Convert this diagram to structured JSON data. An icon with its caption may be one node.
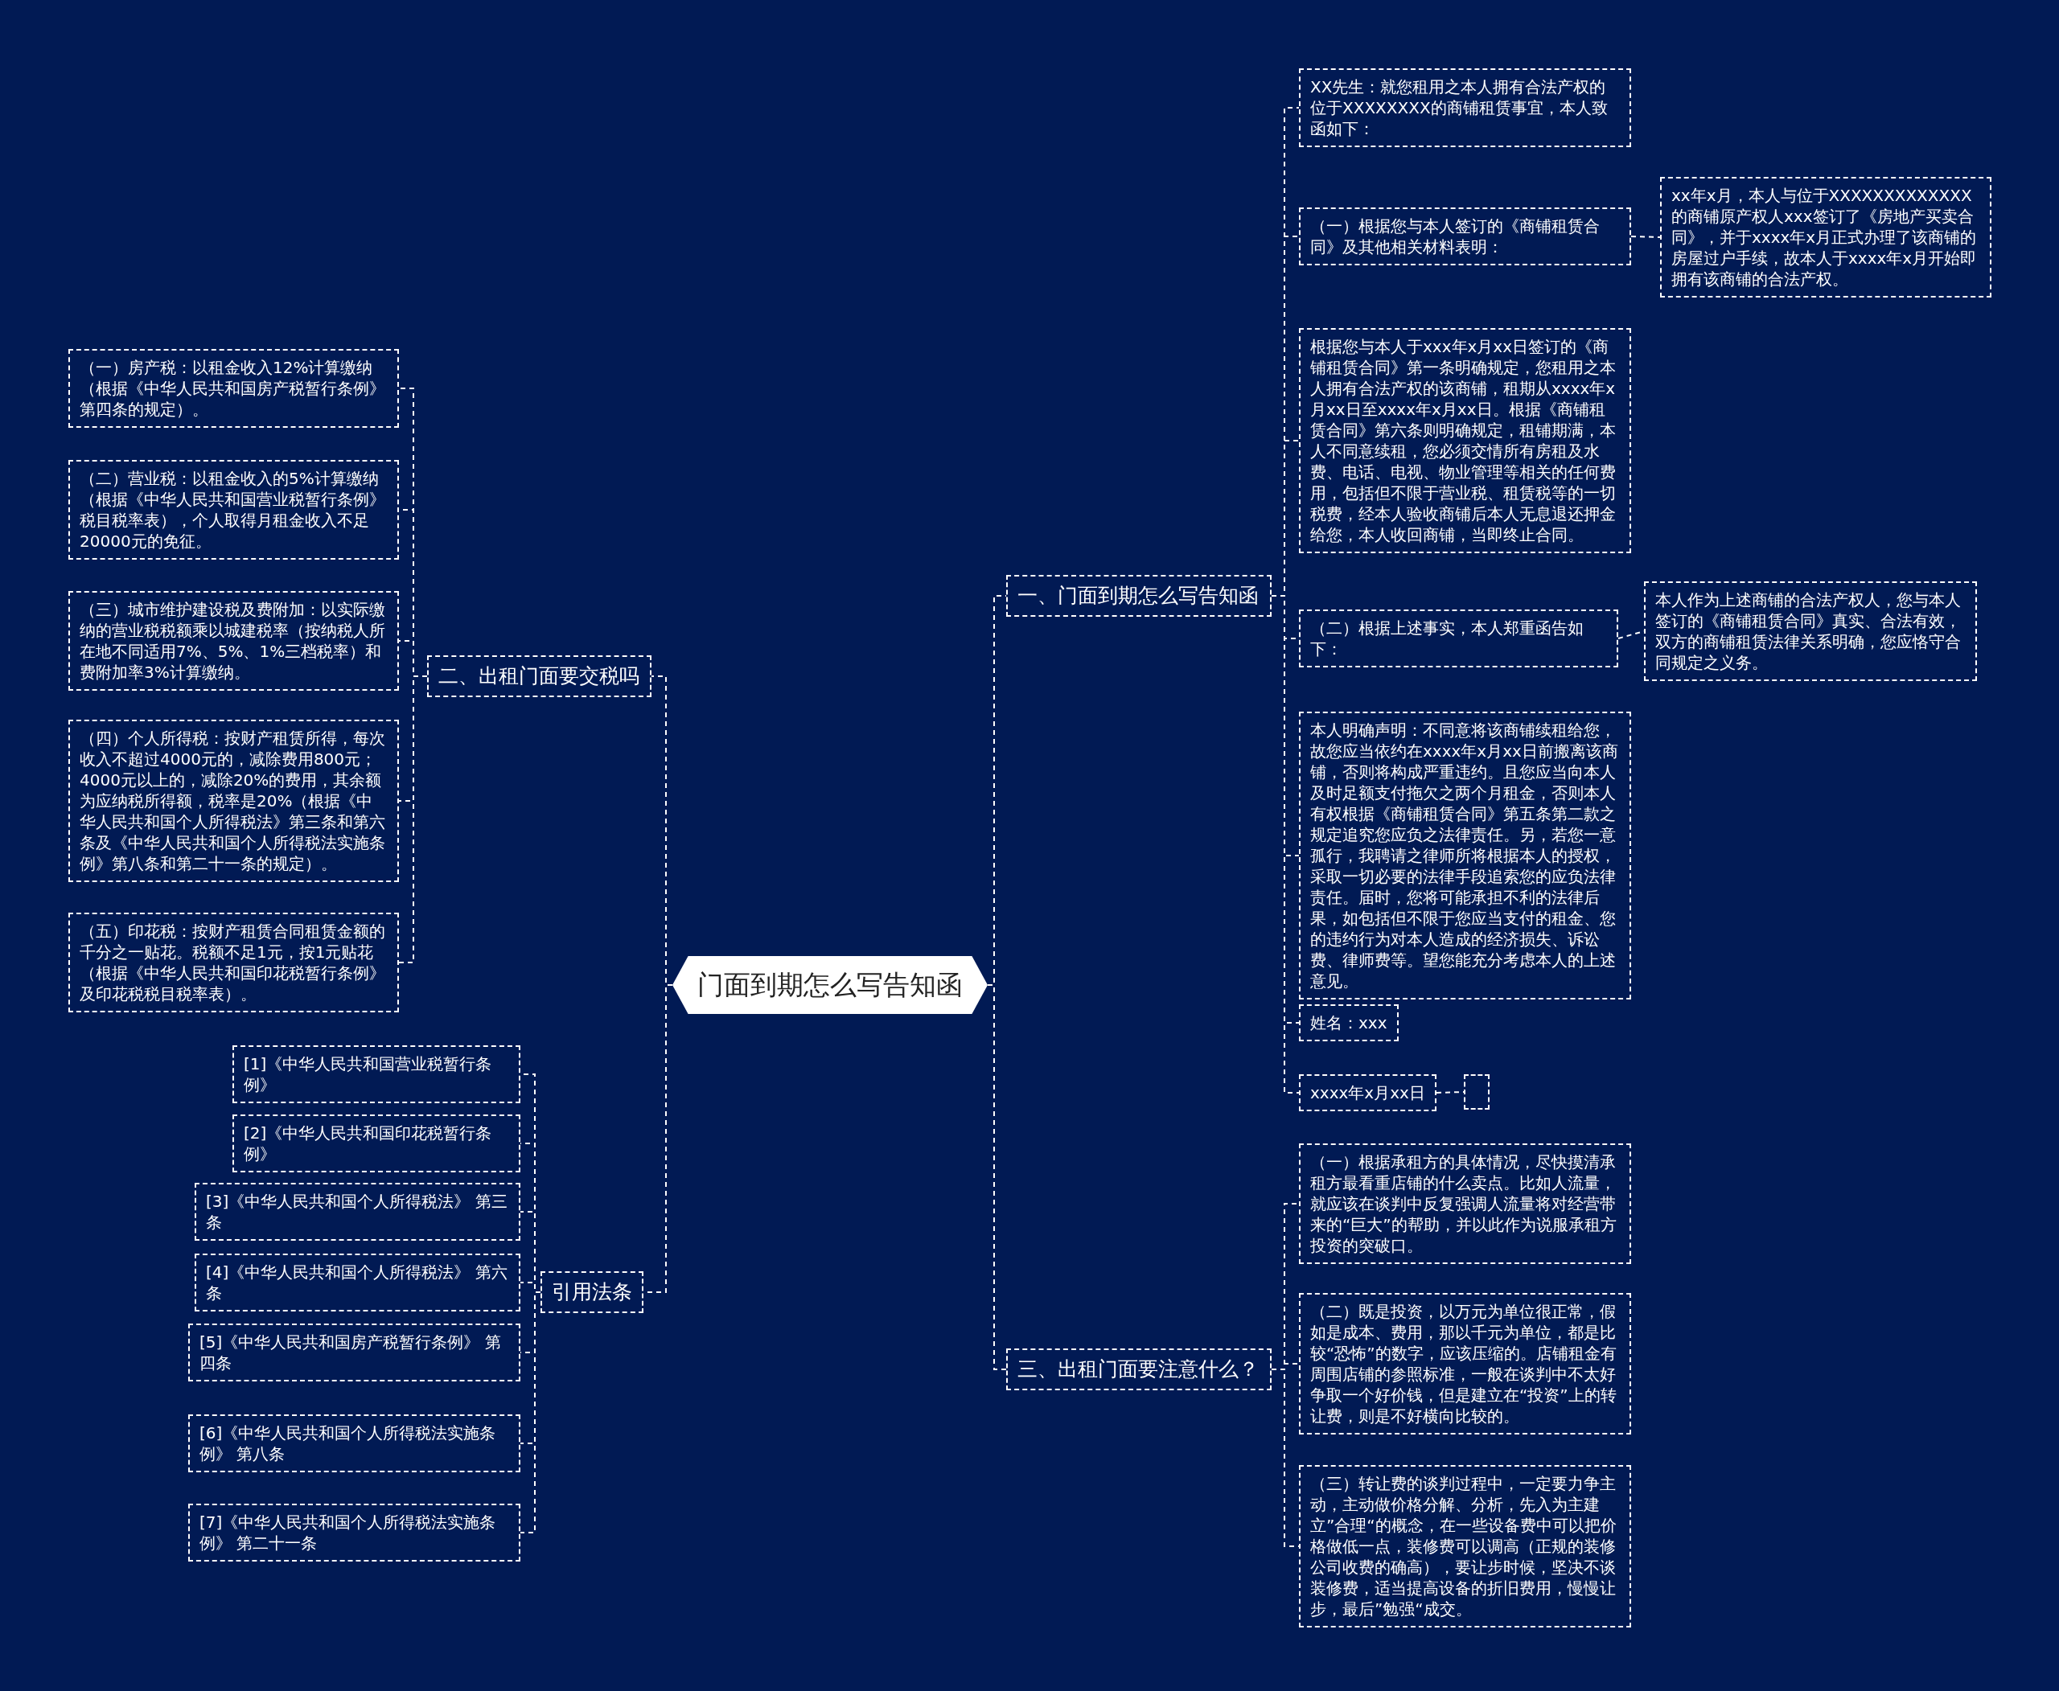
{
  "diagram": {
    "nodes": [
      {
        "text": [
          "门面到期怎么写告知函"
        ]
      },
      {
        "text": [
          "一、门面到期怎么写告知函"
        ]
      },
      {
        "text": [
          "XX先生：就您租用之本人拥有合法产权的位于XXXXXXXX的商铺租赁事宜，本人致函如下："
        ]
      },
      {
        "text": [
          "（一）根据您与本人签订的《商铺租赁合同》及其他相关材料表明："
        ]
      },
      {
        "text": [
          "xx年x月，本人与位于XXXXXXXXXXXXX的商铺原产权人xxx签订了《房地产买卖合同》，并于xxxx年x月正式办理了该商铺的房屋过户手续，故本人于xxxx年x月开始即拥有该商铺的合法产权。"
        ]
      },
      {
        "text": [
          "根据您与本人于xxx年x月xx日签订的《商铺租赁合同》第一条明确规定，您租用之本人拥有合法产权的该商铺，租期从xxxx年x月xx日至xxxx年x月xx日。根据《商铺租赁合同》第六条则明确规定，租铺期满，本人不同意续租，您必须交情所有房租及水费、电话、电视、物业管理等相关的任何费用，包括但不限于营业税、租赁税等的一切税费，经本人验收商铺后本人无息退还押金给您，本人收回商铺，当即终止合同。"
        ]
      },
      {
        "text": [
          "（二）根据上述事实，本人郑重函告如下："
        ]
      },
      {
        "text": [
          "本人作为上述商铺的合法产权人，您与本人签订的《商铺租赁合同》真实、合法有效，双方的商铺租赁法律关系明确，您应恪守合同规定之义务。"
        ]
      },
      {
        "text": [
          "本人明确声明：不同意将该商铺续租给您，故您应当依约在xxxx年x月xx日前搬离该商铺，否则将构成严重违约。且您应当向本人及时足额支付拖欠之两个月租金，否则本人有权根据《商铺租赁合同》第五条第二款之规定追究您应负之法律责任。另，若您一意孤行，我聘请之律师所将根据本人的授权，采取一切必要的法律手段追索您的应负法律责任。届时，您将可能承担不利的法律后果，如包括但不限于您应当支付的租金、您的违约行为对本人造成的经济损失、诉讼费、律师费等。望您能充分考虑本人的上述意见。"
        ]
      },
      {
        "text": [
          "姓名：xxx"
        ]
      },
      {
        "text": [
          "xxxx年x月xx日"
        ]
      },
      {
        "text": [],
        "shape": "box"
      },
      {
        "text": [
          "三、出租门面要注意什么？"
        ]
      },
      {
        "text": [
          "（一）根据承租方的具体情况，尽快摸清承租方最看重店铺的什么卖点。比如人流量，就应该在谈判中反复强调人流量将对经营带来的“巨大”的帮助，并以此作为说服承租方投资的突破口。"
        ]
      },
      {
        "text": [
          "（二）既是投资，以万元为单位很正常，假如是成本、费用，那以千元为单位，都是比较“恐怖”的数字，应该压缩的。店铺租金有周围店铺的参照标准，一般在谈判中不太好争取一个好价钱，但是建立在“投资”上的转让费，则是不好横向比较的。"
        ]
      },
      {
        "text": [
          "（三）转让费的谈判过程中，一定要力争主动，主动做价格分解、分析，先入为主建立”合理“的概念，在一些设备费中可以把价格做低一点，装修费可以调高（正规的装修公司收费的确高），要让步时候，坚决不谈装修费，适当提高设备的折旧费用，慢慢让步，最后”勉强“成交。"
        ]
      },
      {
        "text": [
          "二、出租门面要交税吗"
        ]
      },
      {
        "text": [
          "（一）房产税：以租金收入12%计算缴纳（根据《中华人民共和国房产税暂行条例》第四条的规定）。"
        ]
      },
      {
        "text": [
          "（二）营业税：以租金收入的5%计算缴纳（根据《中华人民共和国营业税暂行条例》税目税率表），个人取得月租金收入不足20000元的免征。"
        ]
      },
      {
        "text": [
          "（三）城市维护建设税及费附加：以实际缴纳的营业税税额乘以城建税率（按纳税人所在地不同适用7%、5%、1%三档税率）和费附加率3%计算缴纳。"
        ]
      },
      {
        "text": [
          "（四）个人所得税：按财产租赁所得，每次收入不超过4000元的，减除费用800元；4000元以上的，减除20%的费用，其余额为应纳税所得额，税率是20%（根据《中华人民共和国个人所得税法》第三条和第六条及《中华人民共和国个人所得税法实施条例》第八条和第二十一条的规定）。"
        ]
      },
      {
        "text": [
          "（五）印花税：按财产租赁合同租赁金额的千分之一贴花。税额不足1元，按1元贴花（根据《中华人民共和国印花税暂行条例》及印花税税目税率表）。"
        ]
      },
      {
        "text": [
          "引用法条"
        ]
      },
      {
        "text": [
          "[1]《中华人民共和国营业税暂行条例》"
        ]
      },
      {
        "text": [
          "[2]《中华人民共和国印花税暂行条例》"
        ]
      },
      {
        "text": [
          "[3]《中华人民共和国个人所得税法》 第三条"
        ]
      },
      {
        "text": [
          "[4]《中华人民共和国个人所得税法》 第六条"
        ]
      },
      {
        "text": [
          "[5]《中华人民共和国房产税暂行条例》 第四条"
        ]
      },
      {
        "text": [
          "[6]《中华人民共和国个人所得税法实施条例》 第八条"
        ]
      },
      {
        "text": [
          "[7]《中华人民共和国个人所得税法实施条例》 第二十一条"
        ]
      }
    ],
    "edges": [
      {
        "from": 0,
        "to": 1,
        "arrow": "none"
      },
      {
        "from": 1,
        "to": 2,
        "arrow": "none"
      },
      {
        "from": 1,
        "to": 3,
        "arrow": "none"
      },
      {
        "from": 3,
        "to": 4,
        "arrow": "none"
      },
      {
        "from": 1,
        "to": 5,
        "arrow": "none"
      },
      {
        "from": 1,
        "to": 6,
        "arrow": "none"
      },
      {
        "from": 6,
        "to": 7,
        "arrow": "none"
      },
      {
        "from": 1,
        "to": 8,
        "arrow": "none"
      },
      {
        "from": 1,
        "to": 9,
        "arrow": "none"
      },
      {
        "from": 1,
        "to": 10,
        "arrow": "none"
      },
      {
        "from": 10,
        "to": 11,
        "arrow": "none"
      },
      {
        "from": 0,
        "to": 12,
        "arrow": "none"
      },
      {
        "from": 12,
        "to": 13,
        "arrow": "none"
      },
      {
        "from": 12,
        "to": 14,
        "arrow": "none"
      },
      {
        "from": 12,
        "to": 15,
        "arrow": "none"
      },
      {
        "from": 0,
        "to": 16,
        "arrow": "none"
      },
      {
        "from": 16,
        "to": 17,
        "arrow": "none"
      },
      {
        "from": 16,
        "to": 18,
        "arrow": "none"
      },
      {
        "from": 16,
        "to": 19,
        "arrow": "none"
      },
      {
        "from": 16,
        "to": 20,
        "arrow": "none"
      },
      {
        "from": 16,
        "to": 21,
        "arrow": "none"
      },
      {
        "from": 0,
        "to": 22,
        "arrow": "none"
      },
      {
        "from": 22,
        "to": 23,
        "arrow": "none"
      },
      {
        "from": 22,
        "to": 24,
        "arrow": "none"
      },
      {
        "from": 22,
        "to": 25,
        "arrow": "none"
      },
      {
        "from": 22,
        "to": 26,
        "arrow": "none"
      },
      {
        "from": 22,
        "to": 27,
        "arrow": "none"
      },
      {
        "from": 22,
        "to": 28,
        "arrow": "none"
      },
      {
        "from": 22,
        "to": 29,
        "arrow": "none"
      }
    ]
  }
}
